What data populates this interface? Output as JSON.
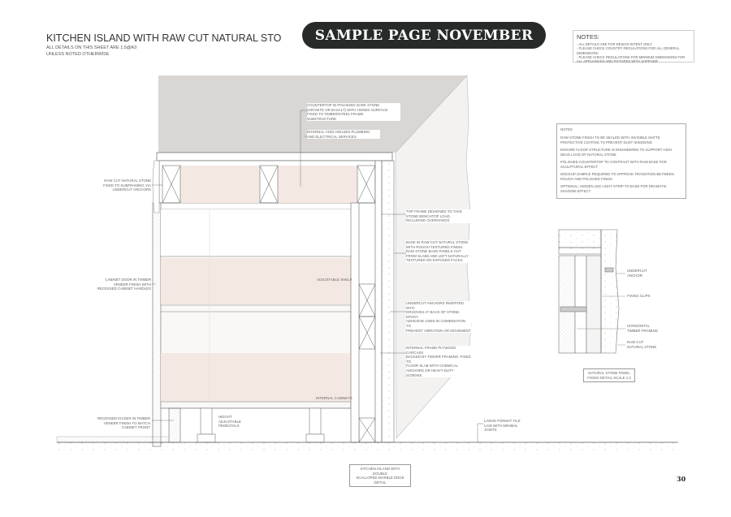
{
  "header": {
    "title": "KITCHEN ISLAND WITH RAW CUT NATURAL STO",
    "subtitle_line1": "ALL DETAILS ON THIS SHEET ARE 1:5@A3",
    "subtitle_line2": "UNLESS NOTED OTHERWISE",
    "banner": "SAMPLE PAGE NOVEMBER"
  },
  "general_notes": {
    "heading": "NOTES:",
    "items": [
      "- ALL DETAILS ARE FOR DESIGN INTENT ONLY",
      "- PLEASE CHECK COUNTRY REGULATIONS FOR ALL GENERAL DIMENSIONS",
      "- PLEASE CHECK REGULATIONS FOR MINIMUM DIMENSIONS FOR ALL APPLIANCES AND FIXTURES WITH SUPPLIER"
    ]
  },
  "detail_notes": {
    "heading": "NOTES",
    "items": [
      "RAW STONE FINISH TO BE SEALED WITH INVISIBLE MATTE PROTECTIVE COATING TO PREVENT DUST SHEDDING",
      "ENSURE FLOOR STRUCTURE IS ENGINEERED TO SUPPORT HIGH DEAD LOAD OF NATURAL STONE",
      "POLISHED COUNTERTOP TO CONTRAST WITH RAW BASE FOR SCULPTURAL EFFECT",
      "MOCKUP SAMPLE REQUIRED TO APPROVE TRANSITION BETWEEN ROUGH AND POLISHED FINISH",
      "OPTIONAL: HIDDEN LED LIGHT STRIP TO BASE FOR DRAMATIC SHADOW EFFECT"
    ]
  },
  "annotations": {
    "countertop": "COUNTERTOP IN POLISHED DARK STONE\n(GRANITE OR BASALT) WITH HONED SURFACE.\nFIXED TO TIMBER/STEEL FRAME\nSUBSTRUCTURE",
    "internal_void": "INTERNAL VOID HOUSES PLUMBING\nAND ELECTRICAL SERVICES",
    "raw_cut_stone": "RAW CUT NATURAL STONE\nFIXED TO SUBFRAMING VIA\nUNDERCUT ANCHORS",
    "cabinet_door": "CABINET DOOR IN TIMBER\nVENEER FINISH WITH\nRECESSED CABINET HANDLES",
    "adjustable_shelf": "ADJUSTABLE SHELF",
    "internal_cabinets": "INTERNAL CABINETS",
    "top_frame": "TOP FRAME DESIGNED TO TAKE\nSTONE BENCHTOP LOAD,\nINCLUDING OVERHANGS",
    "base_stone": "BASE IN RAW CUT NATURAL STONE\nWITH ROUGH TEXTURED FINISH.\nRAW STONE BASE PANELS CUT\nFROM SLABS AND LEFT NATURALLY\nTEXTURED ON EXPOSED FACES",
    "undercut_anchors": "UNDERCUT ANCHORS INSERTED INTO\nGROOVES AT BACK OF STONE. EPOXY\nADHESIVE USED IN COMBINATION TO\nPREVENT VIBRATION OR MOVEMENT",
    "internal_frame": "INTERNAL FRAME PLYWOOD CARCASS\nBACKED BY TIMVER FRAMING. FIXED TO\nFLOOR SLAB WITH CHEMICAL\nANCHORS OR HEAVY-DUTY SCREWS.",
    "kicker": "RECESSED KICKER IN TIMBER\nVENEER FINISH TO MATCH\nCABINET FRONT",
    "pedestals": "HEIGHT\nADJUSTABLE\nPEDESTALS",
    "floor_tile": "LARGE FORMAT TILE\nLAID WITH MINIMAL\nJOINTS",
    "main_caption": "KITCHEN ISLAND WITH DOUBLE\nSCALLOPED MARBLE EDGE DETAIL"
  },
  "fixing_detail": {
    "undercut_anchor": "UNDERCUT\nANCHOR",
    "fixing_clips": "FIXING CLIPS",
    "horizontal_framing": "HORIZONTAL\nTIMBER FRAMING",
    "raw_cut_stone": "RAW CUT\nNATURAL STONE",
    "caption": "NATURAL STONE PANEL\nFIXING DETAIL SCALE 1:2"
  },
  "page_number": "30",
  "colors": {
    "banner": "#262a29",
    "countertop": "#d9d6d3",
    "stone": "#f3f2f0",
    "timber": "#f4e9e2"
  }
}
